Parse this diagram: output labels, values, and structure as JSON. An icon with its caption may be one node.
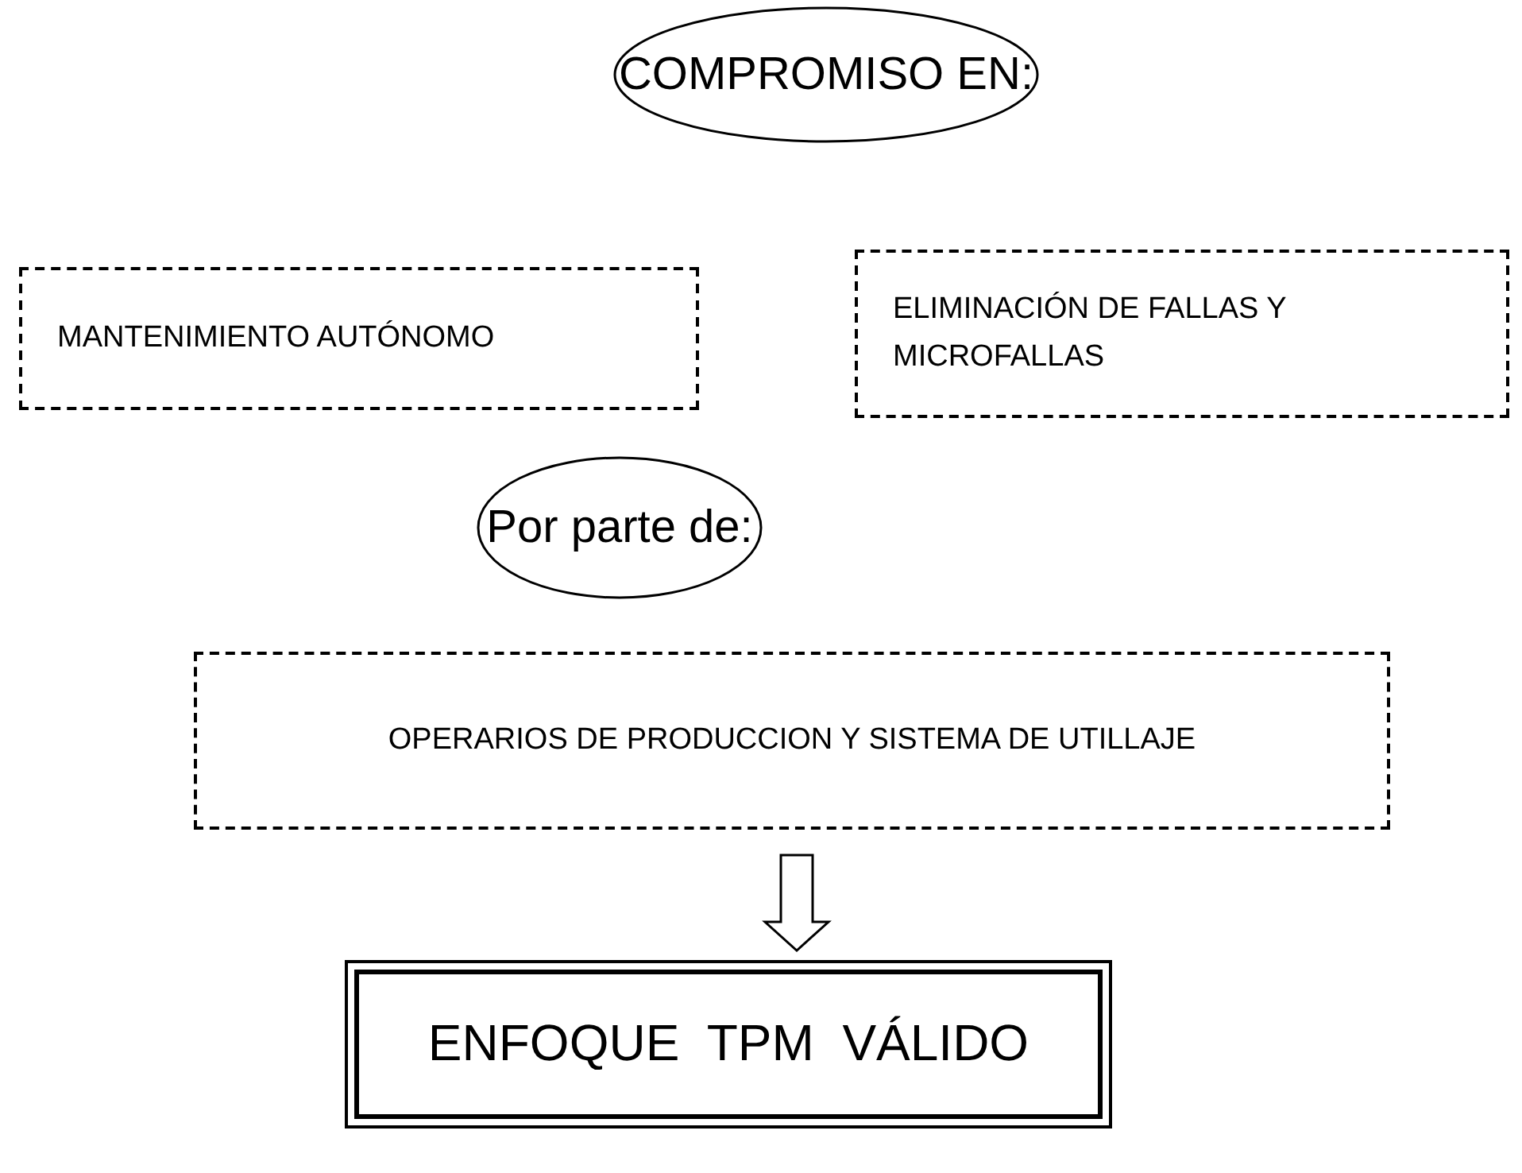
{
  "diagram": {
    "nodes": [
      {
        "text": [
          "COMPROMISO EN:"
        ]
      },
      {
        "text": [
          "MANTENIMIENTO AUTÓNOMO"
        ]
      },
      {
        "text": [
          "ELIMINACIÓN DE FALLAS Y MICROFALLAS"
        ]
      },
      {
        "text": [
          "Por parte de:"
        ]
      },
      {
        "text": [
          "OPERARIOS DE PRODUCCION Y SISTEMA DE UTILLAJE"
        ]
      },
      {
        "text": [
          "ENFOQUE  TPM  VÁLIDO"
        ]
      }
    ],
    "edges": [
      {
        "from": 4,
        "to": 5,
        "arrow": "to"
      }
    ]
  }
}
